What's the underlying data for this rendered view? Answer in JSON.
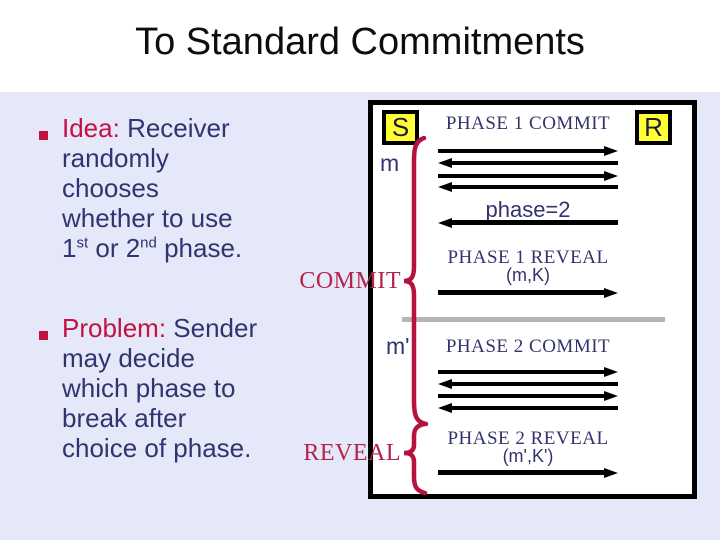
{
  "slide": {
    "title": "To Standard Commitments"
  },
  "bullets": {
    "first": {
      "label": "Idea:",
      "line1": "Receiver",
      "line2": "randomly",
      "line3": "chooses",
      "line4": "whether to use",
      "line5": {
        "n1": "1",
        "s1": "st",
        "mid": " or 2",
        "s2": "nd",
        "tail": " phase."
      }
    },
    "second": {
      "label": "Problem:",
      "line1": "Sender",
      "line2": "may decide",
      "line3": "which phase to",
      "line4": "break after",
      "line5": "choice of phase."
    }
  },
  "diagram": {
    "sender": "S",
    "receiver": "R",
    "message1": "m",
    "message2": "m'",
    "phase1_commit_label": "PHASE 1 COMMIT",
    "phase1_commit_arrows": [
      "right",
      "left",
      "right",
      "left"
    ],
    "phase_choice_label": "phase=2",
    "phase_choice_arrow": "left",
    "phase1_reveal_label": "PHASE 1 REVEAL",
    "phase1_reveal_args": "(m,K)",
    "phase1_reveal_arrow": "right",
    "phase2_commit_label": "PHASE 2 COMMIT",
    "phase2_commit_arrows": [
      "right",
      "left",
      "right",
      "left"
    ],
    "phase2_reveal_label": "PHASE 2 REVEAL",
    "phase2_reveal_args": "(m',K')",
    "phase2_reveal_arrow": "right",
    "commit_brace_label": "COMMIT",
    "reveal_brace_label": "REVEAL"
  },
  "colors": {
    "accent_red": "#b5123f",
    "bullet_red": "#c11243",
    "navy_text": "#333370",
    "diagram_navy": "#33336e",
    "title_black": "#0d0d0d",
    "actor_yellow": "#ffff33",
    "divider_gray": "#b5b5b5",
    "arrow_black": "#000000",
    "slide_background": "#e5e8f8",
    "header_background": "#ffffff",
    "box_background": "#ffffff"
  }
}
